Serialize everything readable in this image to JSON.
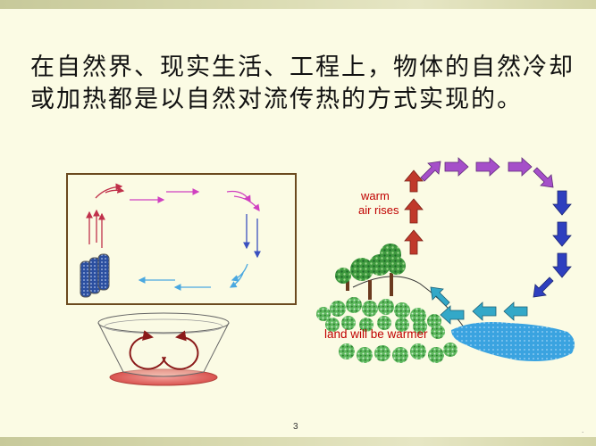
{
  "heading": "在自然界、现实生活、工程上，物体的自然冷却或加热都是以自然对流传热的方式实现的。",
  "sea_breeze_diagram": {
    "label_line1": "warm",
    "label_line2": "air rises",
    "label_land": "land will be warmer"
  },
  "colors": {
    "background": "#fbfbe4",
    "room_arrow_red": "#c0304a",
    "room_arrow_magenta": "#d040c0",
    "room_arrow_blue": "#3a50c0",
    "room_arrow_cyan": "#4aa8e0",
    "diagram_arrow_red": "#c0392b",
    "diagram_arrow_purple": "#a54fc9",
    "diagram_arrow_blue": "#2e3fbf",
    "diagram_arrow_cyan": "#33a8c8",
    "water": "#3aa3e0"
  },
  "footer": {
    "page_number": "3",
    "dot": "."
  }
}
